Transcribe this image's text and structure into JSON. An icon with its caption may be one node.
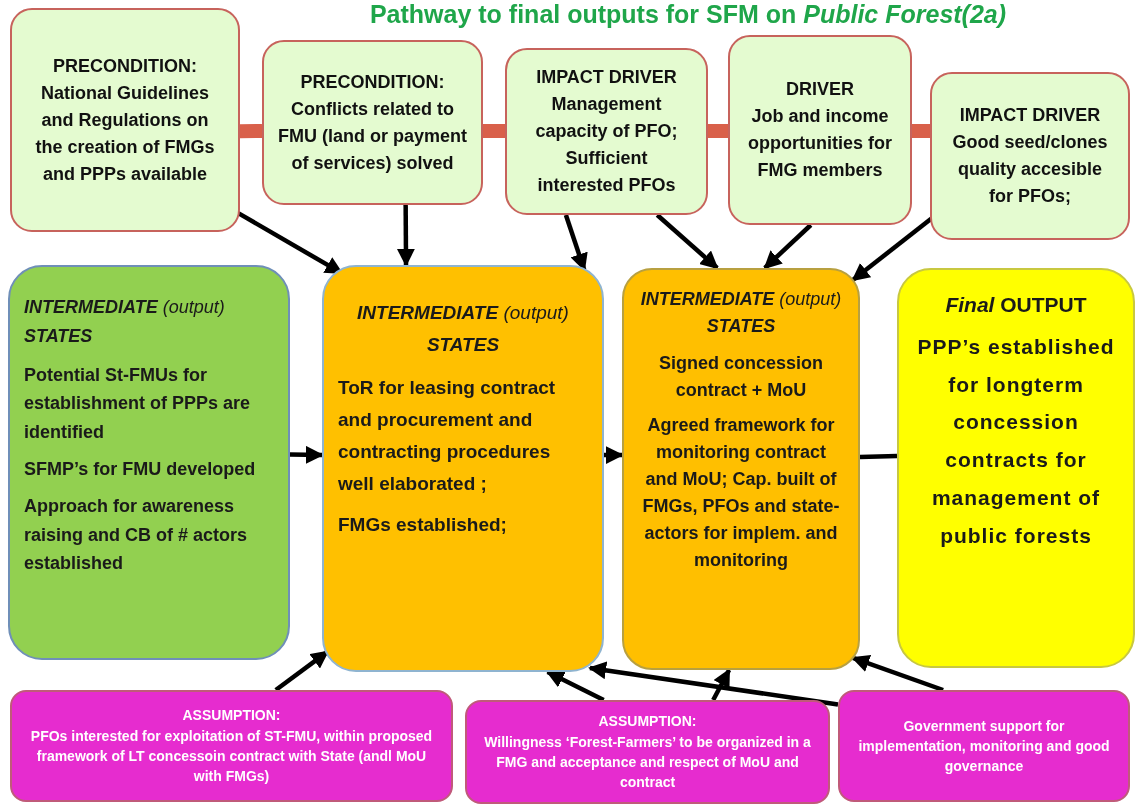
{
  "diagram": {
    "title": "Pathway to final outputs for SFM on *Public Forest(2a)*",
    "nodes": [
      {
        "text": [
          "PRECONDITION:",
          "National Guidelines and Regulations on the creation of FMGs and PPPs available"
        ]
      },
      {
        "text": [
          "PRECONDITION:",
          "Conflicts related to FMU (land or payment of services) solved"
        ]
      },
      {
        "text": [
          "IMPACT DRIVER",
          "Management capacity of PFO; Sufficient interested PFOs"
        ]
      },
      {
        "text": [
          "DRIVER",
          "Job and income opportunities for FMG members"
        ]
      },
      {
        "text": [
          "IMPACT DRIVER",
          "Good seed/clones quality accesible for PFOs;"
        ]
      },
      {
        "text": [
          "**INTERMEDIATE** (output) **STATES**",
          "Potential St-FMUs for establishment of PPPs are identified",
          "SFMP’s for FMU developed",
          "Approach for awareness raising and CB of # actors established"
        ]
      },
      {
        "text": [
          "**INTERMEDIATE** (output) **STATES**",
          "ToR for leasing contract and procurement and contracting procedures well elaborated ;",
          "FMGs established;"
        ]
      },
      {
        "text": [
          "**INTERMEDIATE** (output) **STATES**",
          "Signed concession contract + MoU",
          "Agreed framework for monitoring contract and MoU; Cap. built of FMGs, PFOs and state-actors for implem. and monitoring"
        ]
      },
      {
        "text": [
          "*Final* OUTPUT",
          "PPP’s established for longterm concession contracts for management of public forests"
        ]
      },
      {
        "text": [
          "ASSUMPTION:",
          "PFOs interested for exploitation of ST-FMU, within proposed framework of LT concessoin contract with State (andl MoU with FMGs)"
        ]
      },
      {
        "text": [
          "ASSUMPTION:",
          "Willingness ‘Forest-Farmers’ to be organized in a FMG and acceptance and respect of MoU and contract"
        ]
      },
      {
        "text": [
          "Government support for implementation, monitoring and good governance"
        ]
      }
    ],
    "edges": [
      {
        "from": 0,
        "to": 1,
        "arrow": "none",
        "style": "thick",
        "color": "#d9604a"
      },
      {
        "from": 1,
        "to": 2,
        "arrow": "none",
        "style": "thick",
        "color": "#d9604a"
      },
      {
        "from": 2,
        "to": 3,
        "arrow": "none",
        "style": "thick",
        "color": "#d9604a"
      },
      {
        "from": 3,
        "to": 4,
        "arrow": "none",
        "style": "thick",
        "color": "#d9604a"
      },
      {
        "from": 0,
        "to": 6,
        "arrow": "to"
      },
      {
        "from": 1,
        "to": 6,
        "arrow": "to"
      },
      {
        "from": 2,
        "to": 6,
        "arrow": "to"
      },
      {
        "from": 2,
        "to": 7,
        "arrow": "to"
      },
      {
        "from": 3,
        "to": 7,
        "arrow": "to"
      },
      {
        "from": 4,
        "to": 7,
        "arrow": "to"
      },
      {
        "from": 5,
        "to": 6,
        "arrow": "to"
      },
      {
        "from": 6,
        "to": 7,
        "arrow": "to"
      },
      {
        "from": 7,
        "to": 8,
        "arrow": "none"
      },
      {
        "from": 9,
        "to": 6,
        "arrow": "to"
      },
      {
        "from": 10,
        "to": 6,
        "arrow": "to"
      },
      {
        "from": 10,
        "to": 7,
        "arrow": "to"
      },
      {
        "from": 11,
        "to": 6,
        "arrow": "to"
      },
      {
        "from": 11,
        "to": 7,
        "arrow": "to"
      }
    ]
  }
}
